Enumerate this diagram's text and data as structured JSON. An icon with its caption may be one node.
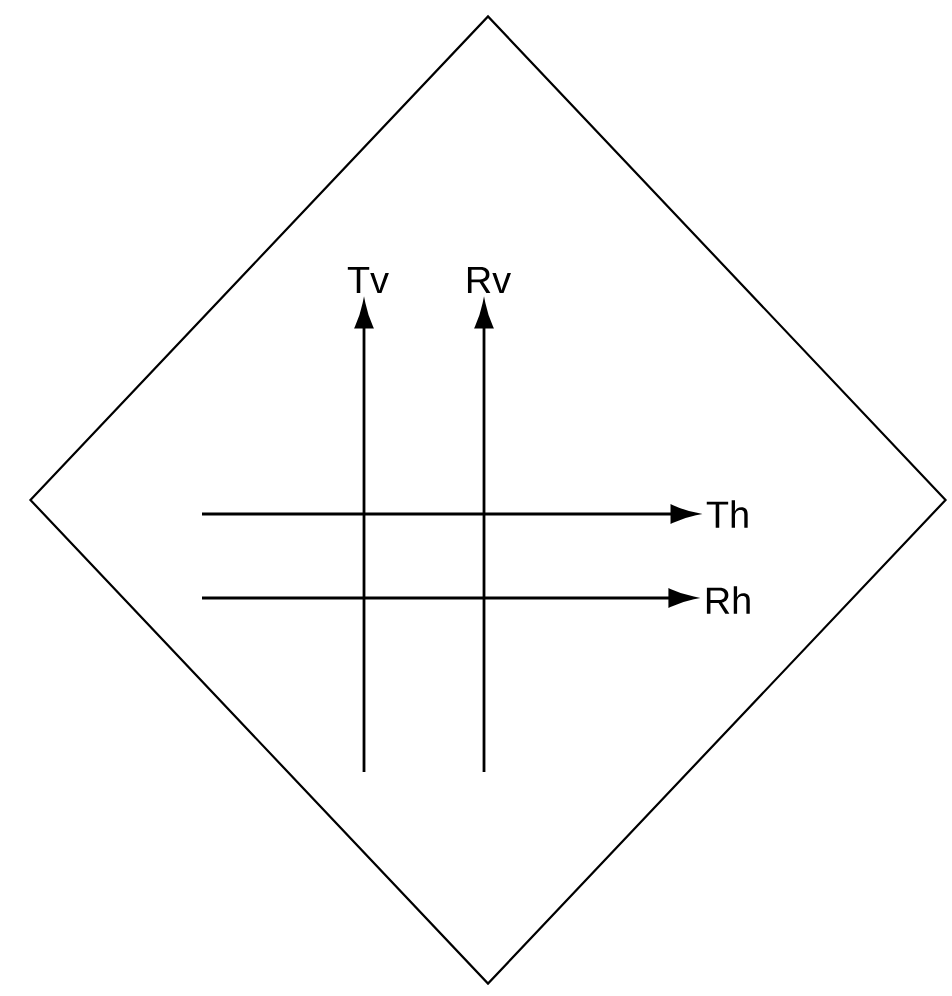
{
  "diagram": {
    "nodes": [
      {
        "text": [],
        "shape": "diamond"
      },
      {
        "text": [
          "Tv"
        ],
        "in": 0
      },
      {
        "text": [
          "Rv"
        ],
        "in": 0
      },
      {
        "text": [
          "Th"
        ],
        "in": 0
      },
      {
        "text": [
          "Rh"
        ],
        "in": 0
      }
    ],
    "edges": [
      {
        "from": null,
        "to": 1,
        "arrow": "to"
      },
      {
        "from": null,
        "to": 2,
        "arrow": "to"
      },
      {
        "from": null,
        "to": 3,
        "arrow": "to"
      },
      {
        "from": null,
        "to": 4,
        "arrow": "to"
      }
    ]
  }
}
